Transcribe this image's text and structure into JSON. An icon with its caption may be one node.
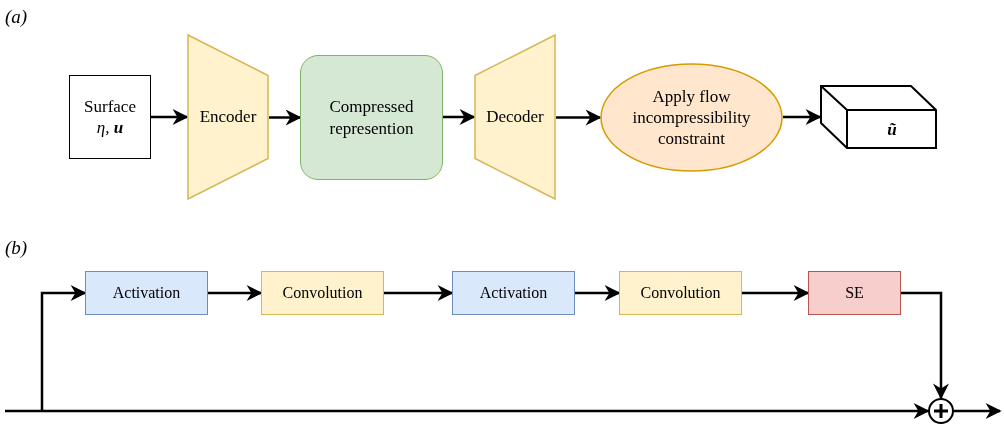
{
  "diagram": {
    "nodes": [
      {
        "text": [
          "Surface",
          "η, **u**"
        ]
      },
      {
        "text": [
          "Encoder"
        ]
      },
      {
        "text": [
          "Compressed represention"
        ]
      },
      {
        "text": [
          "Decoder"
        ]
      },
      {
        "text": [
          "Apply flow incompressibility constraint"
        ]
      },
      {
        "text": [
          "ũ"
        ]
      },
      {
        "text": [
          "Activation"
        ]
      },
      {
        "text": [
          "Convolution"
        ]
      },
      {
        "text": [
          "Activation"
        ]
      },
      {
        "text": [
          "Convolution"
        ]
      },
      {
        "text": [
          "SE"
        ]
      },
      {
        "text": [],
        "shape": "circle"
      }
    ],
    "edges": [
      {
        "from": 0,
        "to": 1,
        "arrow": "to"
      },
      {
        "from": 1,
        "to": 2,
        "arrow": "to"
      },
      {
        "from": 2,
        "to": 3,
        "arrow": "to"
      },
      {
        "from": 3,
        "to": 4,
        "arrow": "to"
      },
      {
        "from": 4,
        "to": 5,
        "arrow": "to"
      },
      {
        "from": null,
        "to": 6,
        "arrow": "to"
      },
      {
        "from": 6,
        "to": 7,
        "arrow": "to"
      },
      {
        "from": 7,
        "to": 8,
        "arrow": "to"
      },
      {
        "from": 8,
        "to": 9,
        "arrow": "to"
      },
      {
        "from": 9,
        "to": 10,
        "arrow": "to"
      },
      {
        "from": 10,
        "to": 11,
        "arrow": "to"
      },
      {
        "from": null,
        "to": 11,
        "arrow": "to"
      },
      {
        "from": 11,
        "to": null,
        "arrow": "to"
      }
    ],
    "labels": [
      "(a)",
      "(b)"
    ]
  }
}
